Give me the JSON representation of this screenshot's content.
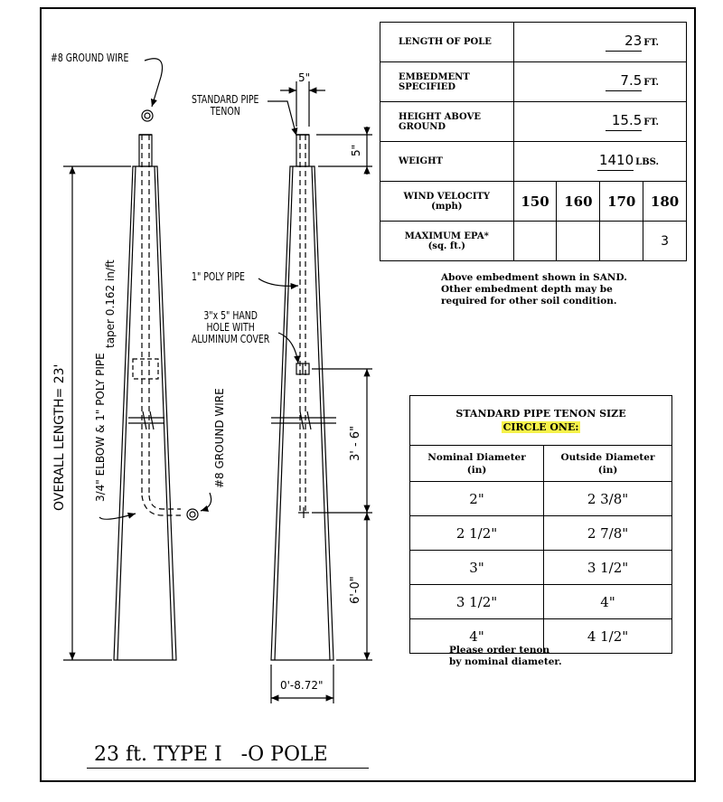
{
  "left_pole": {
    "ground_wire_top": "#8 GROUND WIRE",
    "taper": "taper 0.162 in/ft",
    "overall_length": "OVERALL LENGTH= 23'",
    "elbow": "3/4\" ELBOW & 1\" POLY PIPE",
    "ground_wire_side": "#8 GROUND WIRE"
  },
  "right_pole": {
    "tenon_label": "STANDARD PIPE\nTENON",
    "tenon_width": "5\"",
    "tenon_height": "5\"",
    "poly_pipe": "1\" POLY PIPE",
    "hand_hole": "3\"x 5\" HAND\nHOLE WITH\nALUMINUM COVER",
    "dim_upper": "3' - 6\"",
    "dim_lower": "6'-0\"",
    "base_width": "0'-8.72\""
  },
  "spec_table": {
    "length_label": "LENGTH OF POLE",
    "length_value": "23",
    "length_unit": "FT.",
    "embed_label": "EMBEDMENT\nSPECIFIED",
    "embed_value": "7.5",
    "embed_unit": "FT.",
    "height_label": "HEIGHT ABOVE\nGROUND",
    "height_value": "15.5",
    "height_unit": "FT.",
    "weight_label": "WEIGHT",
    "weight_value": "1410",
    "weight_unit": "LBS.",
    "wind_label": "WIND VELOCITY\n(mph)",
    "wind_speeds": [
      "150",
      "160",
      "170",
      "180"
    ],
    "epa_label": "MAXIMUM EPA*\n(sq. ft.)",
    "epa_values": [
      "",
      "",
      "",
      "3"
    ],
    "note": "Above embedment shown in SAND.\nOther embedment depth may be\nrequired for other soil condition."
  },
  "tenon_table": {
    "title": "STANDARD PIPE TENON SIZE",
    "circle": "CIRCLE ONE:",
    "col_nominal": "Nominal Diameter\n(in)",
    "col_outside": "Outside Diameter\n(in)",
    "rows": [
      {
        "nominal": "2\"",
        "outside": "2 3/8\""
      },
      {
        "nominal": "2 1/2\"",
        "outside": "2 7/8\""
      },
      {
        "nominal": "3\"",
        "outside": "3 1/2\""
      },
      {
        "nominal": "3 1/2\"",
        "outside": "4\""
      },
      {
        "nominal": "4\"",
        "outside": "4 1/2\""
      }
    ],
    "note": "Please order tenon\nby nominal diameter."
  },
  "title": "23 ft. TYPE I   -O POLE"
}
